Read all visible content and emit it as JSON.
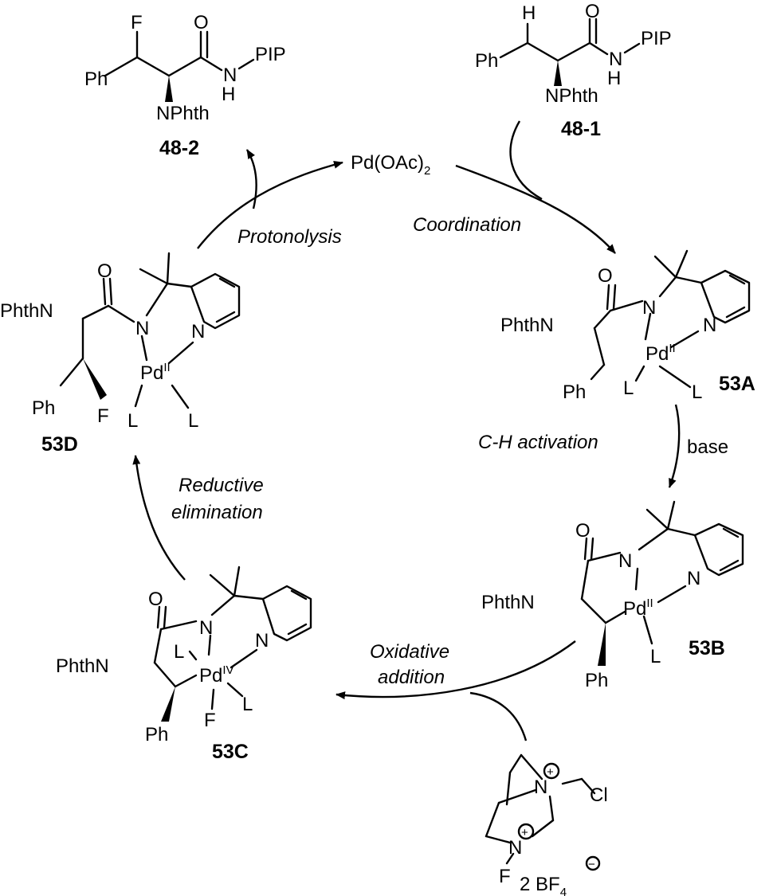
{
  "catalyst": {
    "base": "Pd(OAc)",
    "sub": "2"
  },
  "compounds": {
    "c48_1": {
      "label": "48-1"
    },
    "c48_2": {
      "label": "48-2"
    },
    "i53A": {
      "label": "53A"
    },
    "i53B": {
      "label": "53B"
    },
    "i53C": {
      "label": "53C"
    },
    "i53D": {
      "label": "53D"
    }
  },
  "steps": {
    "coordination": "Coordination",
    "ch_activation": "C-H activation",
    "base": "base",
    "oxidative_1": "Oxidative",
    "oxidative_2": "addition",
    "reductive_1": "Reductive",
    "reductive_2": "elimination",
    "protonolysis": "Protonolysis"
  },
  "atoms": {
    "ph": "Ph",
    "phthn": "PhthN",
    "nphth": "NPhth",
    "n": "N",
    "h": "H",
    "o": "O",
    "f": "F",
    "l": "L",
    "pd": "Pd",
    "pip": "PIP",
    "cl": "Cl",
    "pd2_ox": "II",
    "pd4_ox": "IV"
  },
  "reagent": {
    "prefix": "2 BF",
    "sub": "4",
    "charge": "−",
    "plus": "+"
  }
}
